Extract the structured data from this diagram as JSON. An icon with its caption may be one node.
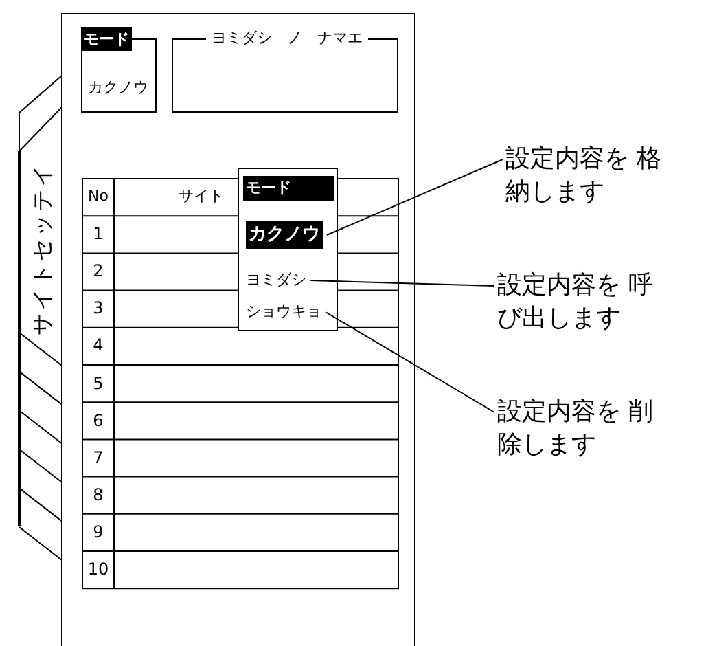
{
  "diagram": {
    "nodes": [
      {
        "text": [
          "モード",
          "カクノウ"
        ]
      },
      {
        "text": [
          "ヨミダシ　ノ　ナマエ"
        ]
      },
      {
        "text": [
          "モード"
        ]
      },
      {
        "text": [
          "カクノウ"
        ],
        "in": 2
      },
      {
        "text": [
          "ヨミダシ"
        ],
        "in": 2
      },
      {
        "text": [
          "ショウキョ"
        ],
        "in": 2
      },
      {
        "text": [
          "設定内容を 格納します"
        ]
      },
      {
        "text": [
          "設定内容を 呼び出します"
        ]
      },
      {
        "text": [
          "設定内容を 削除します"
        ]
      }
    ],
    "edges": [
      {
        "from": 3,
        "to": 6,
        "arrow": "none"
      },
      {
        "from": 4,
        "to": 7,
        "arrow": "none"
      },
      {
        "from": 5,
        "to": 8,
        "arrow": "none"
      }
    ],
    "labels": [
      "サイトセッテイ",
      "No",
      "サイト",
      "1",
      "2",
      "3",
      "4",
      "5",
      "6",
      "7",
      "8",
      "9",
      "10"
    ]
  }
}
